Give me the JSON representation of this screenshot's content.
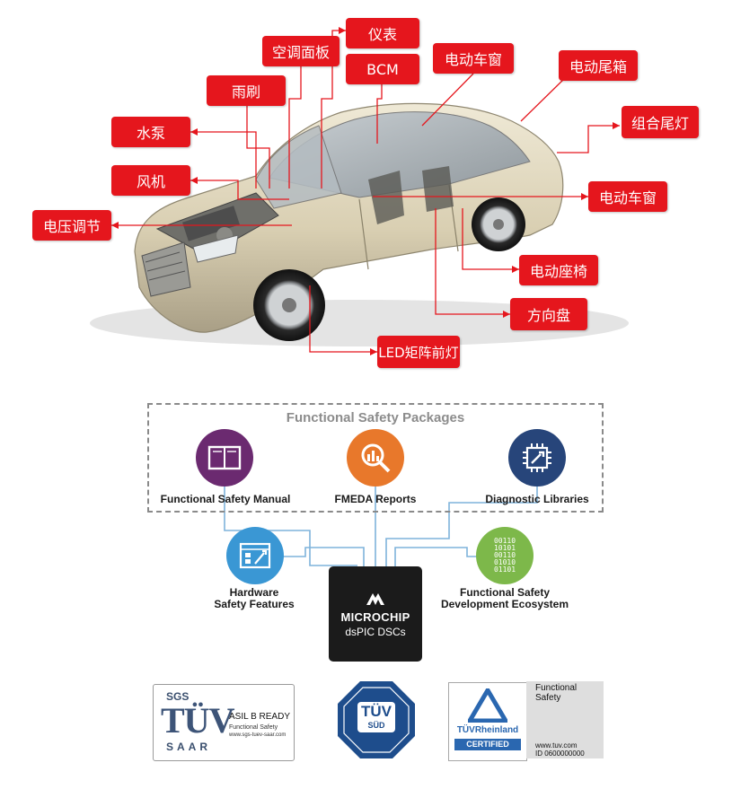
{
  "car_callouts": [
    {
      "id": "instrument",
      "label": "仪表"
    },
    {
      "id": "ac-panel",
      "label": "空调面板"
    },
    {
      "id": "bcm",
      "label": "BCM"
    },
    {
      "id": "power-window-top",
      "label": "电动车窗"
    },
    {
      "id": "power-tailgate",
      "label": "电动尾箱"
    },
    {
      "id": "wiper",
      "label": "雨刷"
    },
    {
      "id": "water-pump",
      "label": "水泵"
    },
    {
      "id": "combo-taillight",
      "label": "组合尾灯"
    },
    {
      "id": "fan",
      "label": "风机"
    },
    {
      "id": "power-window-right",
      "label": "电动车窗"
    },
    {
      "id": "voltage-regulator",
      "label": "电压调节"
    },
    {
      "id": "power-seat",
      "label": "电动座椅"
    },
    {
      "id": "steering-wheel",
      "label": "方向盘"
    },
    {
      "id": "led-matrix-headlight",
      "label": "LED矩阵前灯"
    }
  ],
  "packages": {
    "title": "Functional Safety Packages",
    "items": [
      {
        "icon": "book-icon",
        "label": "Functional Safety Manual",
        "color": "#6b2a70"
      },
      {
        "icon": "magnifier-chart-icon",
        "label": "FMEDA Reports",
        "color": "#e8782b"
      },
      {
        "icon": "chip-wrench-icon",
        "label": "Diagnostic Libraries",
        "color": "#27457a"
      }
    ]
  },
  "hardware": {
    "label_line1": "Hardware",
    "label_line2": "Safety Features",
    "icon": "hardware-tools-icon",
    "color": "#3a97d4"
  },
  "ecosystem": {
    "label_line1": "Functional Safety",
    "label_line2": "Development Ecosystem",
    "icon": "binary-code-icon",
    "color": "#7db84a",
    "binary_lines": [
      "00110",
      "10101",
      "00110",
      "01010",
      "01101"
    ]
  },
  "chip": {
    "brand": "MICROCHIP",
    "product": "dsPIC  DSCs"
  },
  "logos": {
    "sgs": {
      "top": "SGS",
      "tuv": "TÜV",
      "saar": "SAAR",
      "asil": "ASIL B READY",
      "fs": "Functional Safety",
      "url": "www.sgs-tuev-saar.com"
    },
    "sud": {
      "tuv": "TÜV",
      "sud": "SÜD"
    },
    "rheinland": {
      "brand": "TÜVRheinland",
      "certified": "CERTIFIED",
      "ftext1": "Functional",
      "ftext2": "Safety",
      "url": "www.tuv.com",
      "id": "ID  0600000000"
    }
  },
  "colors": {
    "callout": "#e5161d",
    "connector": "#7fb3db",
    "dashed": "#8a8a8a"
  }
}
